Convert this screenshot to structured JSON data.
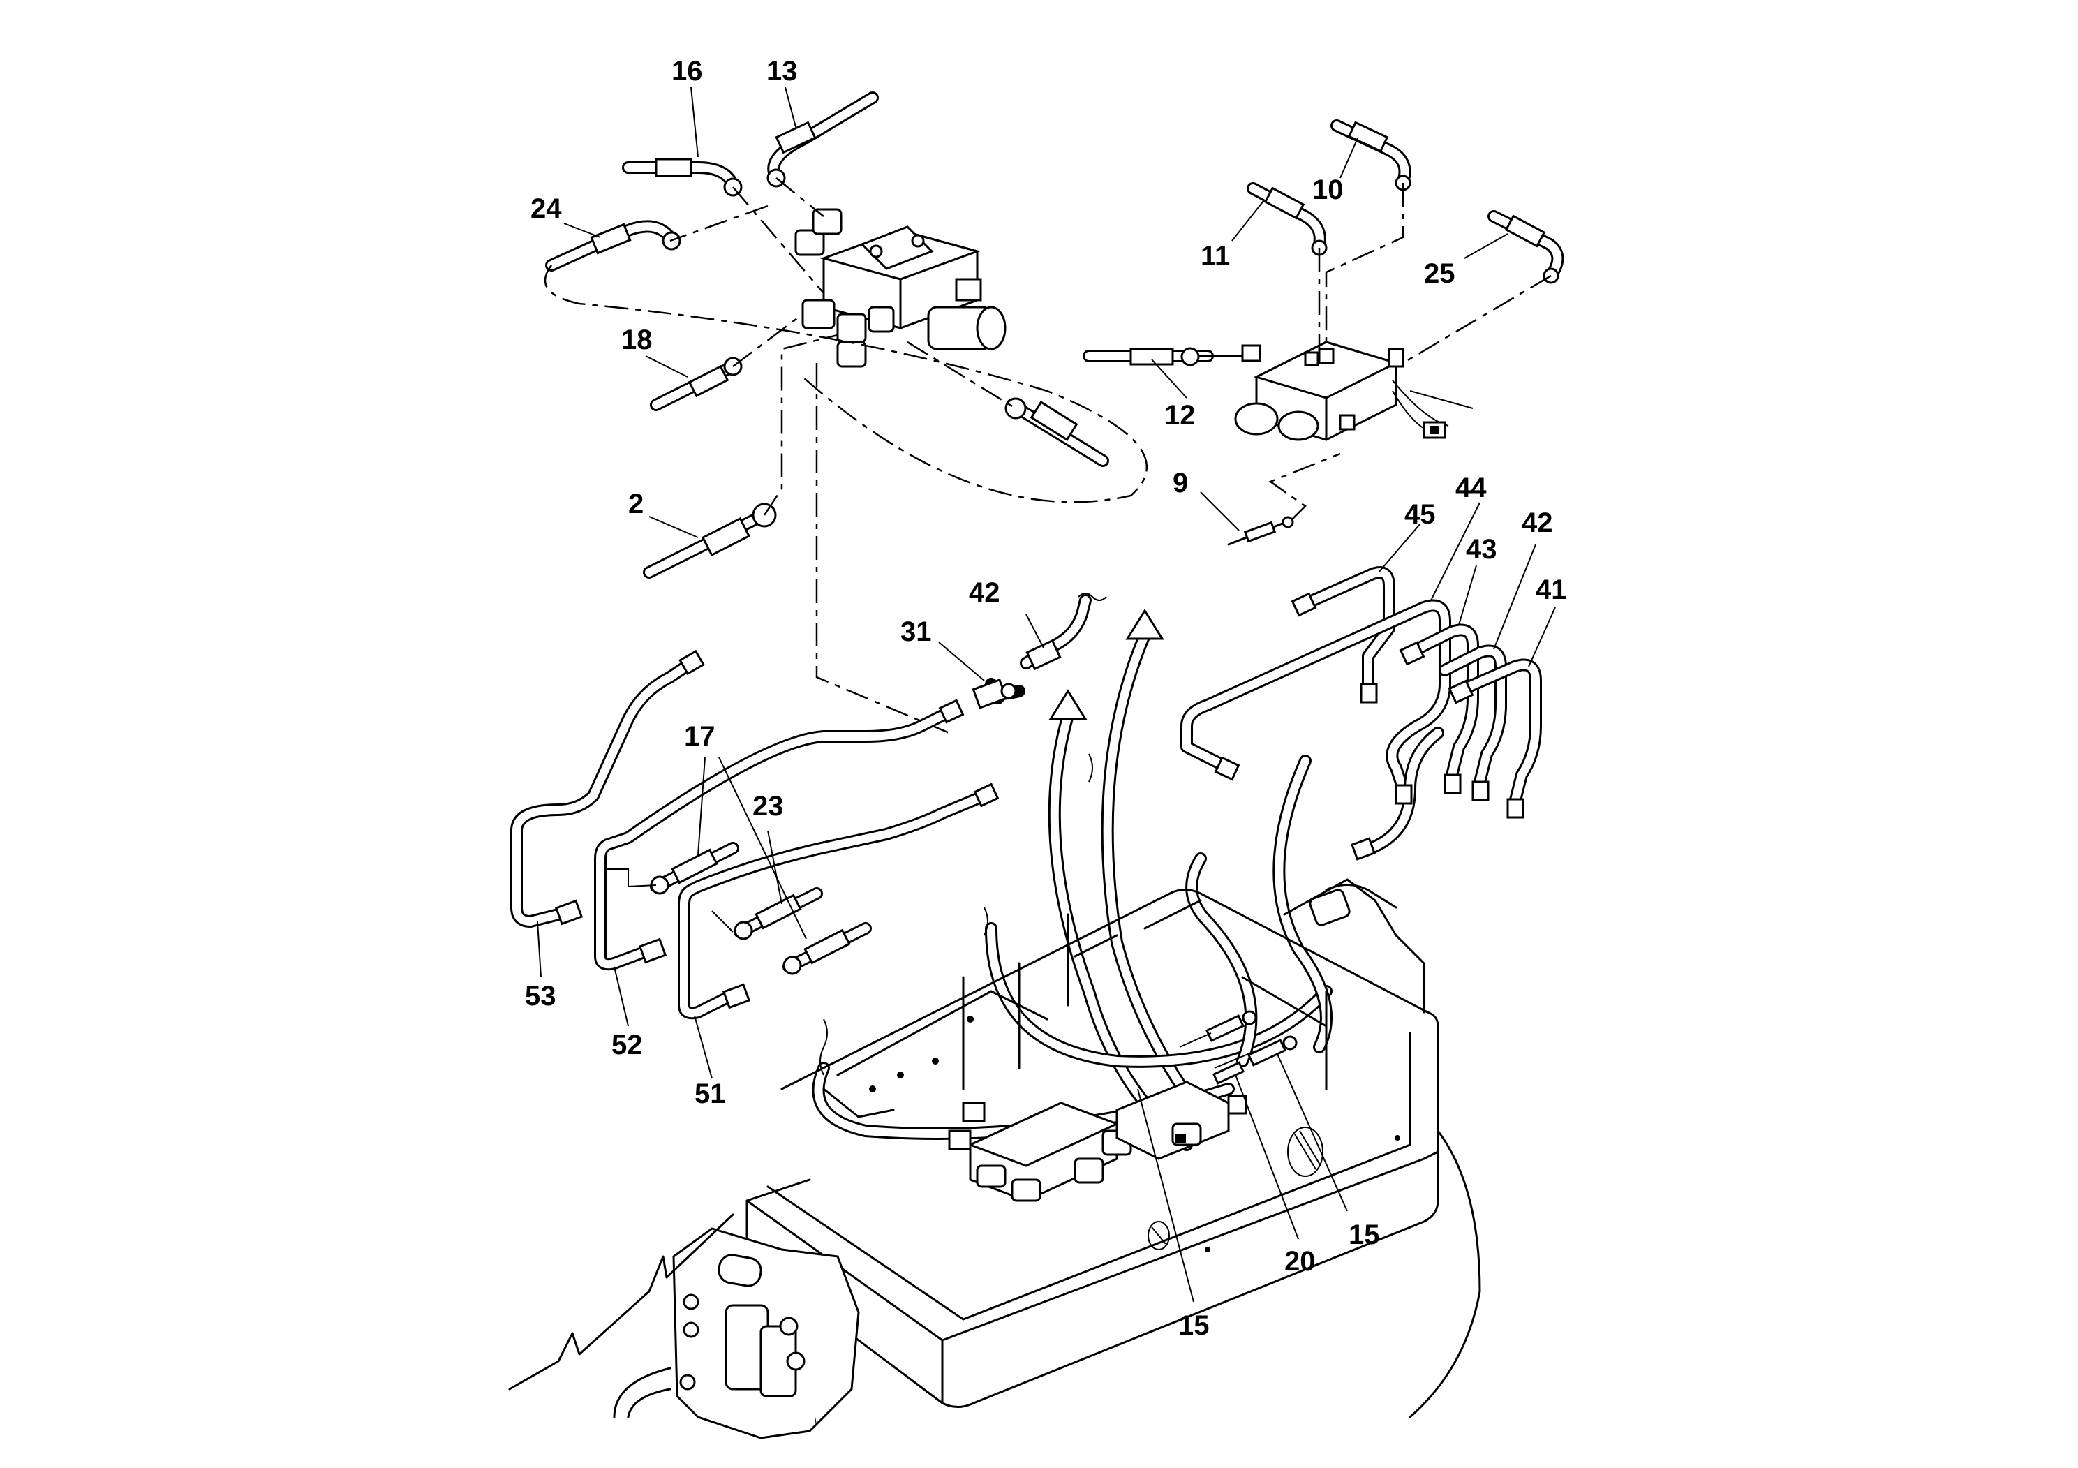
{
  "diagram": {
    "labels": {
      "l16": "16",
      "l13": "13",
      "l24": "24",
      "l18": "18",
      "l2": "2",
      "l10": "10",
      "l11": "11",
      "l25": "25",
      "l12": "12",
      "l9": "9",
      "l45": "45",
      "l44": "44",
      "l43": "43",
      "l42a": "42",
      "l41": "41",
      "l42b": "42",
      "l31": "31",
      "l17": "17",
      "l23": "23",
      "l53": "53",
      "l52": "52",
      "l51": "51",
      "l20": "20",
      "l15a": "15",
      "l15b": "15"
    }
  }
}
